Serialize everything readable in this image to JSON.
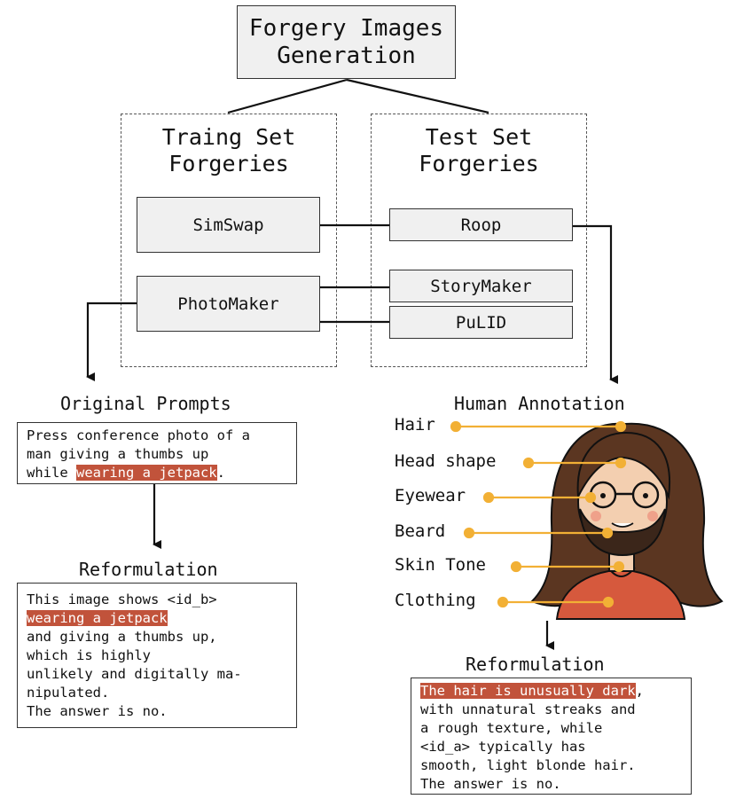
{
  "top": {
    "title_line1": "Forgery Images",
    "title_line2": "Generation"
  },
  "train_group": {
    "line1": "Traing Set",
    "line2": "Forgeries",
    "items": [
      "SimSwap",
      "PhotoMaker"
    ]
  },
  "test_group": {
    "line1": "Test Set",
    "line2": "Forgeries",
    "items": [
      "Roop",
      "StoryMaker",
      "PuLID"
    ]
  },
  "left": {
    "prompts_label": "Original Prompts",
    "prompt": {
      "before": "Press conference photo of a\nman giving a thumbs up\nwhile ",
      "highlight": "wearing a jetpack",
      "after": "."
    },
    "reform_label": "Reformulation",
    "reform": {
      "before": "This image shows <id_b>\n",
      "highlight": "wearing a jetpack",
      "after": "\nand giving a thumbs up,\nwhich is highly\nunlikely and digitally ma-\nnipulated.\nThe answer is no."
    }
  },
  "right": {
    "annotation_label": "Human Annotation",
    "attributes": [
      "Hair",
      "Head shape",
      "Eyewear",
      "Beard",
      "Skin Tone",
      "Clothing"
    ],
    "reform_label": "Reformulation",
    "reform": {
      "highlight": "The hair is unusually dark",
      "after": ",\nwith unnatural streaks and\na rough texture, while\n<id_a> typically has\nsmooth, light blonde hair.\nThe answer is no."
    }
  },
  "colors": {
    "highlight": "#c1533b",
    "annotation_dot": "#f2b035",
    "box_fill": "#f0f0f0",
    "shirt": "#d6593d",
    "hair": "#5b3621",
    "skin": "#f3cfb0"
  }
}
